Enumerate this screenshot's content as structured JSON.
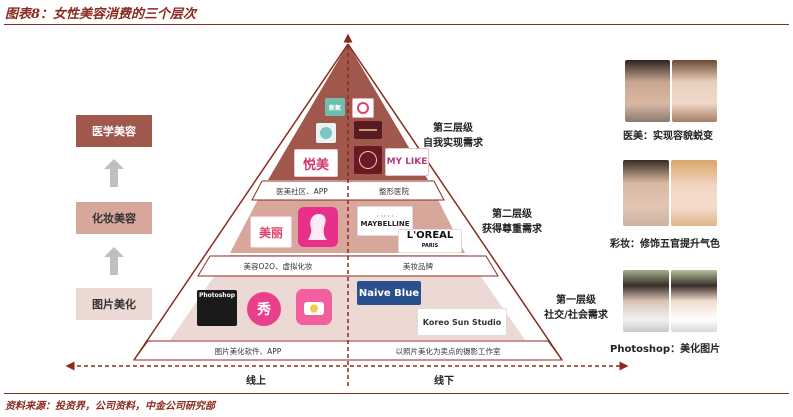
{
  "title": "图表8：女性美容消费的三个层次",
  "source": "资料来源：投资界，公司资料，中金公司研究部",
  "left_levels": [
    {
      "label": "医学美容",
      "bg": "#a0574c",
      "color": "#ffffff"
    },
    {
      "label": "化妆美容",
      "bg": "#d7a79c",
      "color": "#333333"
    },
    {
      "label": "图片美化",
      "bg": "#ecd9d4",
      "color": "#333333"
    }
  ],
  "tiers": [
    {
      "name": "第三层级",
      "desc": "自我实现需求"
    },
    {
      "name": "第二层级",
      "desc": "获得尊重需求"
    },
    {
      "name": "第一层级",
      "desc": "社交/社会需求"
    }
  ],
  "bands": {
    "top_left": "医美社区、APP",
    "top_right": "整形医院",
    "mid_left": "美容O2O、虚拟化妆",
    "mid_right": "美妆品牌",
    "bottom_left": "图片美化软件、APP",
    "bottom_right": "以照片美化为卖点的摄影工作室"
  },
  "axis": {
    "online": "线上",
    "offline": "线下"
  },
  "logos": {
    "xinyang": "新氧",
    "yuemei": "悦美",
    "mylike": "MY LIKE",
    "meili": "美丽",
    "maybelline": "MAYBELLINE",
    "loreal": "L'ORÉAL",
    "loreal_sub": "PARIS",
    "naive_blue": "Naive Blue",
    "koreo_sun": "Koreo Sun Studio",
    "photoshop": "Photoshop",
    "xiu": "秀"
  },
  "photos": [
    {
      "caption": "医美：实现容貌蜕变"
    },
    {
      "caption": "彩妆：修饰五官提升气色"
    },
    {
      "caption": "Photoshop：美化图片"
    }
  ],
  "colors": {
    "brand": "#8b2a1f",
    "pyramid_dark": "#a0574c",
    "pyramid_mid": "#d7a79c",
    "pyramid_light": "#ecd9d4"
  }
}
